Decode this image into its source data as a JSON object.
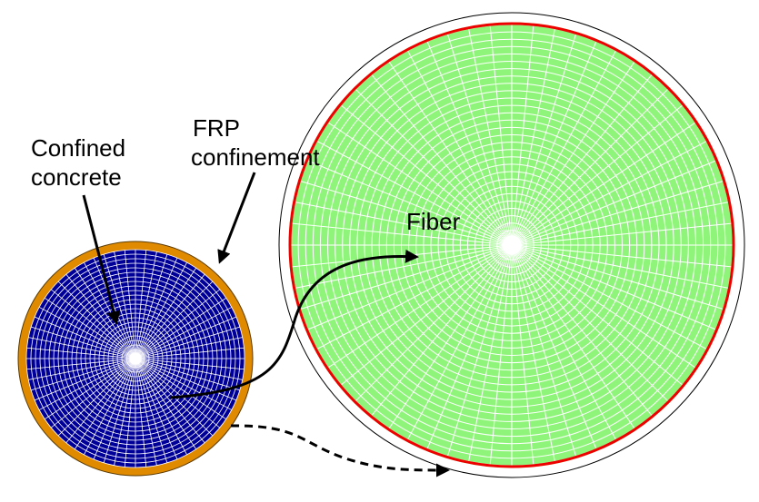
{
  "labels": {
    "frp_line1": "FRP",
    "frp_line2": "confinement",
    "confined_line1": "Confined",
    "confined_line2": "concrete",
    "fiber": "Fiber"
  },
  "colors": {
    "concrete": "#000099",
    "frp": "#e08a00",
    "fiber_section": "#8ff57a",
    "fiber_boundary": "#ee0000",
    "grid": "#ffffff",
    "arrow": "#000000"
  },
  "mesh": {
    "small_radial_divisions": 64,
    "small_rings": 24,
    "large_radial_divisions": 64,
    "large_rings": 30
  }
}
